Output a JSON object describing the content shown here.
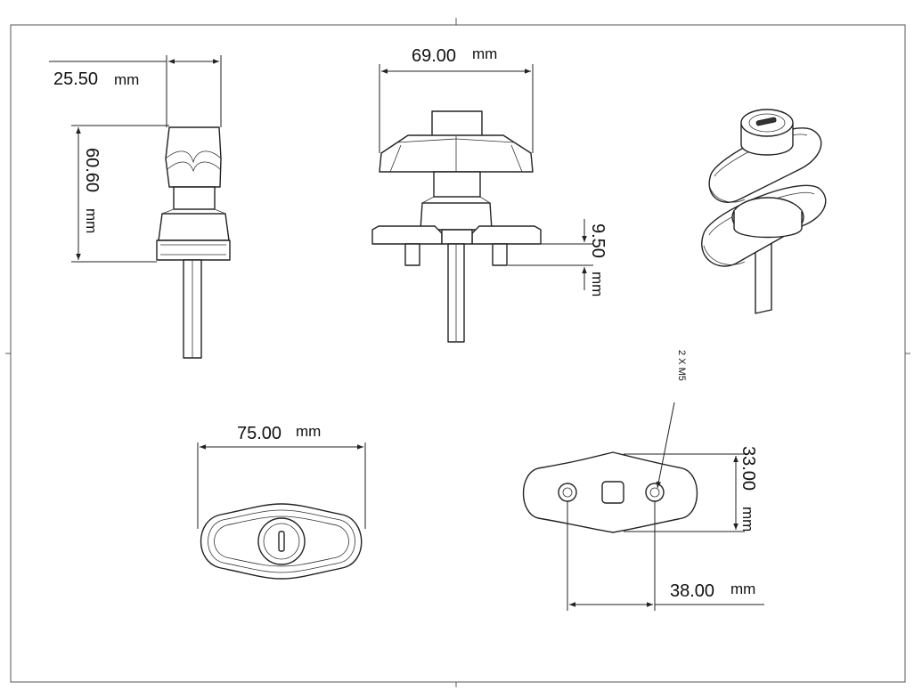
{
  "dimensions": {
    "width_side": {
      "value": "25.50",
      "unit": "mm"
    },
    "height_side": {
      "value": "60.60",
      "unit": "mm"
    },
    "width_front": {
      "value": "69.00",
      "unit": "mm"
    },
    "base_thickness": {
      "value": "9.50",
      "unit": "mm"
    },
    "width_top": {
      "value": "75.00",
      "unit": "mm"
    },
    "base_depth": {
      "value": "33.00",
      "unit": "mm"
    },
    "hole_spacing": {
      "value": "38.00",
      "unit": "mm"
    }
  },
  "annotations": {
    "holes": "2 X M5"
  },
  "colors": {
    "line": "#222222",
    "frame": "#555555",
    "background": "#ffffff"
  }
}
